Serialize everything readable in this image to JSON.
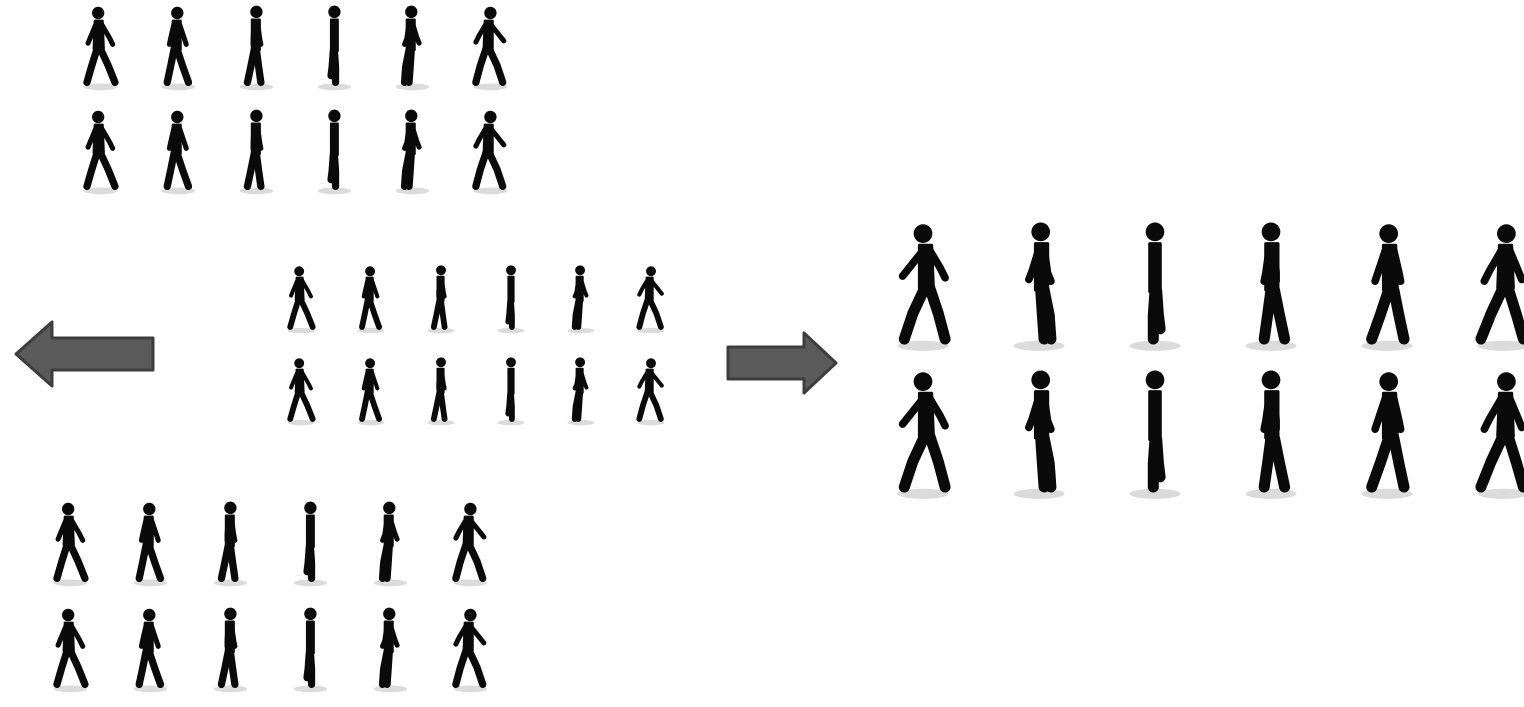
{
  "figure": {
    "description_free": true,
    "colors": {
      "figure": "#0a0a0a",
      "shadow": "#bdbdbd",
      "arrow_fill": "#5a5a5a",
      "arrow_stroke": "#3d3d3d",
      "background": "#ffffff"
    },
    "groups": [
      {
        "id": "top-left-sequence",
        "rows": 2,
        "frames_per_row": 6
      },
      {
        "id": "center-sequence",
        "rows": 2,
        "frames_per_row": 6
      },
      {
        "id": "bottom-left-sequence",
        "rows": 2,
        "frames_per_row": 6
      },
      {
        "id": "right-sequence",
        "rows": 2,
        "frames_per_row": 6,
        "mirrored": true
      }
    ],
    "arrows": [
      {
        "id": "left-arrow",
        "direction": "left"
      },
      {
        "id": "right-arrow",
        "direction": "right"
      }
    ]
  }
}
